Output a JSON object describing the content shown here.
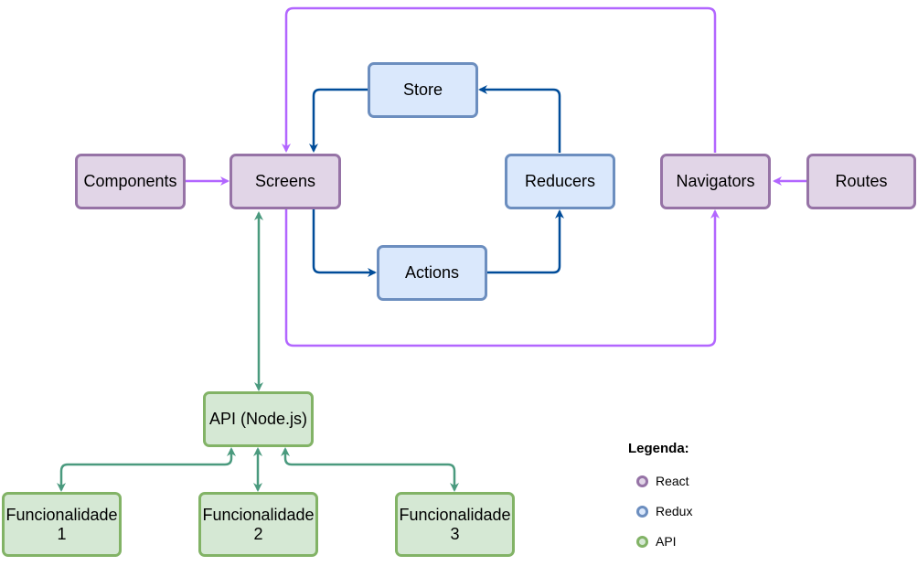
{
  "nodes": {
    "components": "Components",
    "screens": "Screens",
    "store": "Store",
    "reducers": "Reducers",
    "actions": "Actions",
    "navigators": "Navigators",
    "routes": "Routes",
    "api": "API (Node.js)",
    "func1": "Funcionalidade 1",
    "func2": "Funcionalidade 2",
    "func3": "Funcionalidade 3"
  },
  "legend": {
    "title": "Legenda:",
    "items": [
      {
        "label": "React",
        "fill": "#e1d5e7",
        "stroke": "#9673a6"
      },
      {
        "label": "Redux",
        "fill": "#dae8fc",
        "stroke": "#6c8ebf"
      },
      {
        "label": "API",
        "fill": "#d5e8d4",
        "stroke": "#82b366"
      }
    ]
  },
  "colors": {
    "react_arrow": "#b266ff",
    "redux_arrow": "#004c99",
    "api_arrow": "#4a9a7e"
  }
}
